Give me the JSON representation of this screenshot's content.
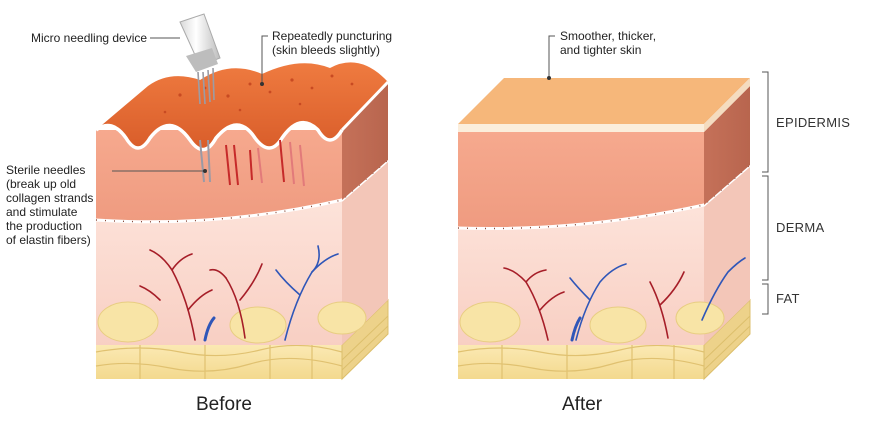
{
  "labels": {
    "device": "Micro needling device",
    "puncturing": [
      "Repeatedly puncturing",
      "(skin bleeds slightly)"
    ],
    "needles": [
      "Sterile needles",
      "(break up old",
      "collagen strands",
      "and stimulate",
      "the production",
      "of elastin fibers)"
    ],
    "result": [
      "Smoother, thicker,",
      "and tighter skin"
    ]
  },
  "layers": {
    "epidermis": "EPIDERMIS",
    "derma": "DERMA",
    "fat": "FAT"
  },
  "captions": {
    "before": "Before",
    "after": "After"
  },
  "colors": {
    "epidermis_before_top": "#e8743c",
    "epidermis_after_top": "#f6b77a",
    "dermis_front": "#f2a386",
    "dermis_side": "#c9765c",
    "lower_dermis": "#fbd9cf",
    "fat": "#f7e2a0",
    "artery": "#a61e28",
    "vein": "#2f56b8"
  }
}
